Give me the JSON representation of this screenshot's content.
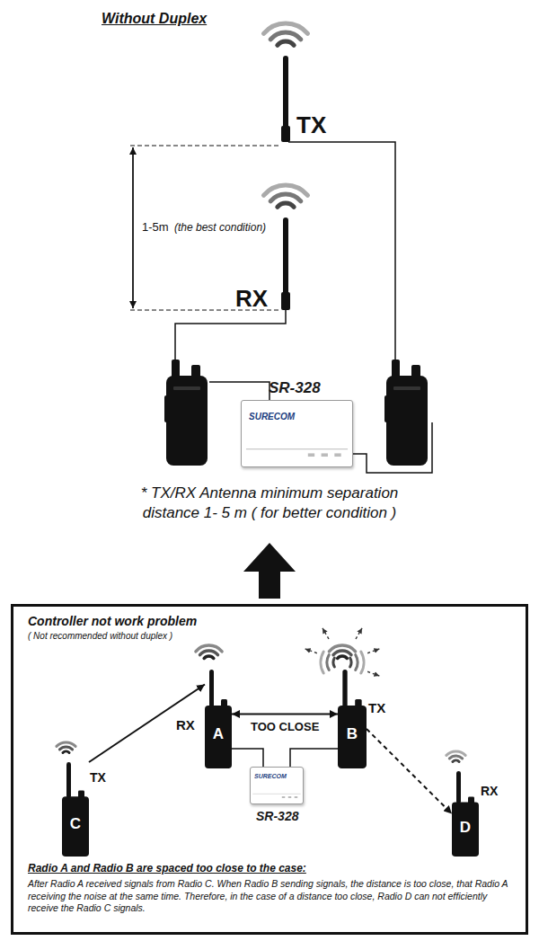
{
  "diagram": {
    "title": "Without Duplex",
    "caption": "* TX/RX Antenna minimum separation distance 1- 5 m ( for better condition )",
    "nodes": [
      {
        "text": [
          "SR-328",
          "SURECOM"
        ]
      },
      {
        "text": [
          "Controller not work problem",
          "( Not recommended without duplex )",
          "Radio A and Radio B are spaced too close to the case:",
          "After Radio A received signals from Radio C. When Radio B sending signals, the distance is too close, that Radio A receiving the noise at the same time. Therefore, in the case of a distance too close, Radio D can not efficiently receive the Radio C signals."
        ]
      },
      {
        "text": [
          "A"
        ],
        "in": 1
      },
      {
        "text": [
          "B"
        ],
        "in": 1
      },
      {
        "text": [
          "SR-328",
          "SURECOM"
        ],
        "in": 1
      },
      {
        "text": [
          "C"
        ],
        "in": 1
      },
      {
        "text": [
          "D"
        ],
        "in": 1
      }
    ],
    "edges": [
      {
        "from": 5,
        "to": 2,
        "arrow": "to"
      },
      {
        "from": 2,
        "to": 3,
        "label": "TOO CLOSE",
        "arrow": "both"
      },
      {
        "from": 3,
        "to": 6,
        "arrow": "to"
      },
      {
        "from": 2,
        "to": 4,
        "arrow": "none"
      },
      {
        "from": 3,
        "to": 4,
        "arrow": "none"
      }
    ],
    "labels": [
      "TX",
      "1-5m",
      "(the best condition)",
      "RX",
      "RX",
      "TX",
      "TX",
      "RX"
    ]
  }
}
